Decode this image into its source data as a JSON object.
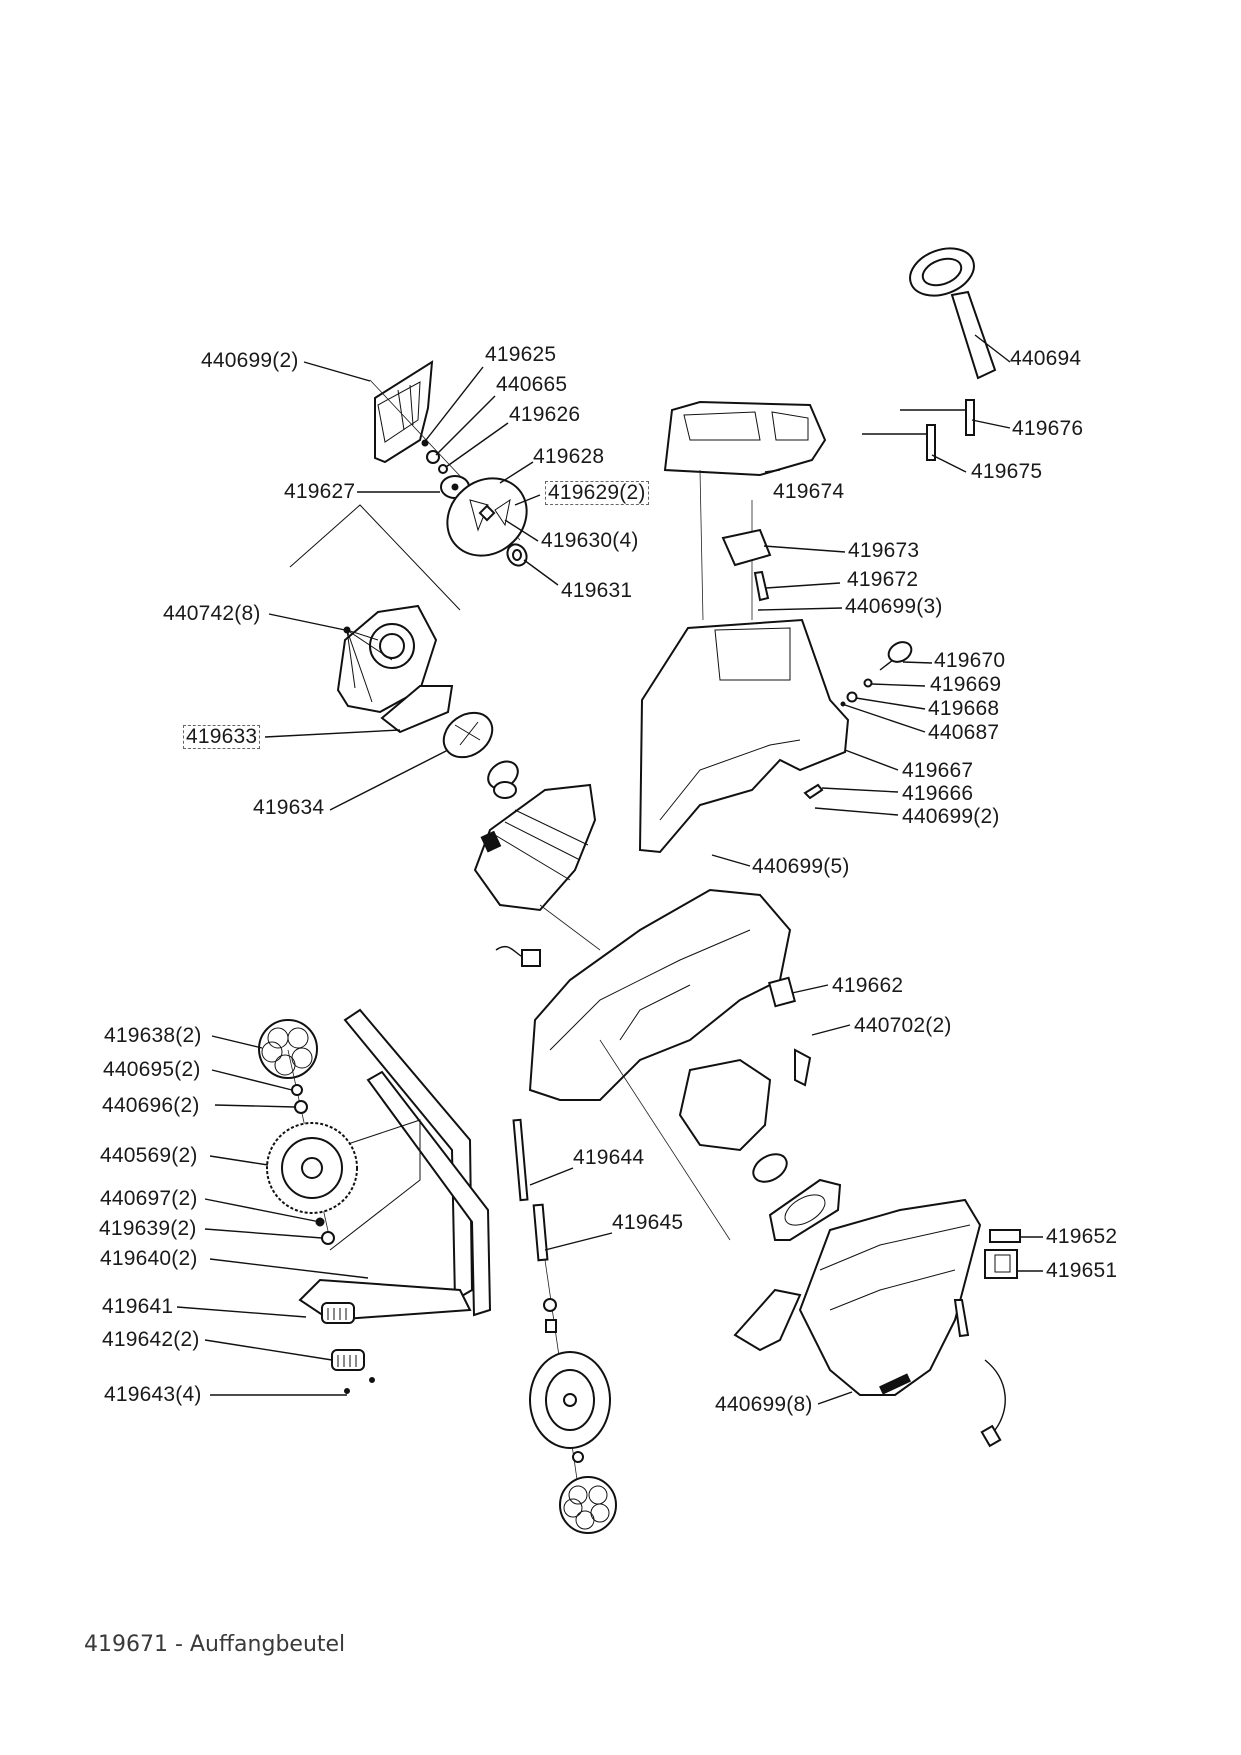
{
  "document": {
    "type": "exploded parts diagram",
    "footer_note": "419671 - Auffangbeutel"
  },
  "labels": [
    {
      "id": "l-440699-2-top",
      "text": "440699(2)",
      "boxed": false
    },
    {
      "id": "l-419625",
      "text": "419625",
      "boxed": false
    },
    {
      "id": "l-440665",
      "text": "440665",
      "boxed": false
    },
    {
      "id": "l-419626",
      "text": "419626",
      "boxed": false
    },
    {
      "id": "l-419628",
      "text": "419628",
      "boxed": false
    },
    {
      "id": "l-419627",
      "text": "419627",
      "boxed": false
    },
    {
      "id": "l-419629",
      "text": "419629(2)",
      "boxed": true
    },
    {
      "id": "l-419630",
      "text": "419630(4)",
      "boxed": false
    },
    {
      "id": "l-419631",
      "text": "419631",
      "boxed": false
    },
    {
      "id": "l-440742",
      "text": "440742(8)",
      "boxed": false
    },
    {
      "id": "l-419633",
      "text": "419633",
      "boxed": true
    },
    {
      "id": "l-419634",
      "text": "419634",
      "boxed": false
    },
    {
      "id": "l-440694",
      "text": "440694",
      "boxed": false
    },
    {
      "id": "l-419676",
      "text": "419676",
      "boxed": false
    },
    {
      "id": "l-419675",
      "text": "419675",
      "boxed": false
    },
    {
      "id": "l-419674",
      "text": "419674",
      "boxed": false
    },
    {
      "id": "l-419673",
      "text": "419673",
      "boxed": false
    },
    {
      "id": "l-419672",
      "text": "419672",
      "boxed": false
    },
    {
      "id": "l-440699-3",
      "text": "440699(3)",
      "boxed": false
    },
    {
      "id": "l-419670",
      "text": "419670",
      "boxed": false
    },
    {
      "id": "l-419669",
      "text": "419669",
      "boxed": false
    },
    {
      "id": "l-419668",
      "text": "419668",
      "boxed": false
    },
    {
      "id": "l-440687",
      "text": "440687",
      "boxed": false
    },
    {
      "id": "l-419667",
      "text": "419667",
      "boxed": false
    },
    {
      "id": "l-419666",
      "text": "419666",
      "boxed": false
    },
    {
      "id": "l-440699-2-mid",
      "text": "440699(2)",
      "boxed": false
    },
    {
      "id": "l-440699-5",
      "text": "440699(5)",
      "boxed": false
    },
    {
      "id": "l-419662",
      "text": "419662",
      "boxed": false
    },
    {
      "id": "l-440702",
      "text": "440702(2)",
      "boxed": false
    },
    {
      "id": "l-419638",
      "text": "419638(2)",
      "boxed": false
    },
    {
      "id": "l-440695",
      "text": "440695(2)",
      "boxed": false
    },
    {
      "id": "l-440696",
      "text": "440696(2)",
      "boxed": false
    },
    {
      "id": "l-440569",
      "text": "440569(2)",
      "boxed": false
    },
    {
      "id": "l-440697",
      "text": "440697(2)",
      "boxed": false
    },
    {
      "id": "l-419639",
      "text": "419639(2)",
      "boxed": false
    },
    {
      "id": "l-419640",
      "text": "419640(2)",
      "boxed": false
    },
    {
      "id": "l-419641",
      "text": "419641",
      "boxed": false
    },
    {
      "id": "l-419642",
      "text": "419642(2)",
      "boxed": false
    },
    {
      "id": "l-419643",
      "text": "419643(4)",
      "boxed": false
    },
    {
      "id": "l-419644",
      "text": "419644",
      "boxed": false
    },
    {
      "id": "l-419645",
      "text": "419645",
      "boxed": false
    },
    {
      "id": "l-419652",
      "text": "419652",
      "boxed": false
    },
    {
      "id": "l-419651",
      "text": "419651",
      "boxed": false
    },
    {
      "id": "l-440699-8",
      "text": "440699(8)",
      "boxed": false
    }
  ]
}
